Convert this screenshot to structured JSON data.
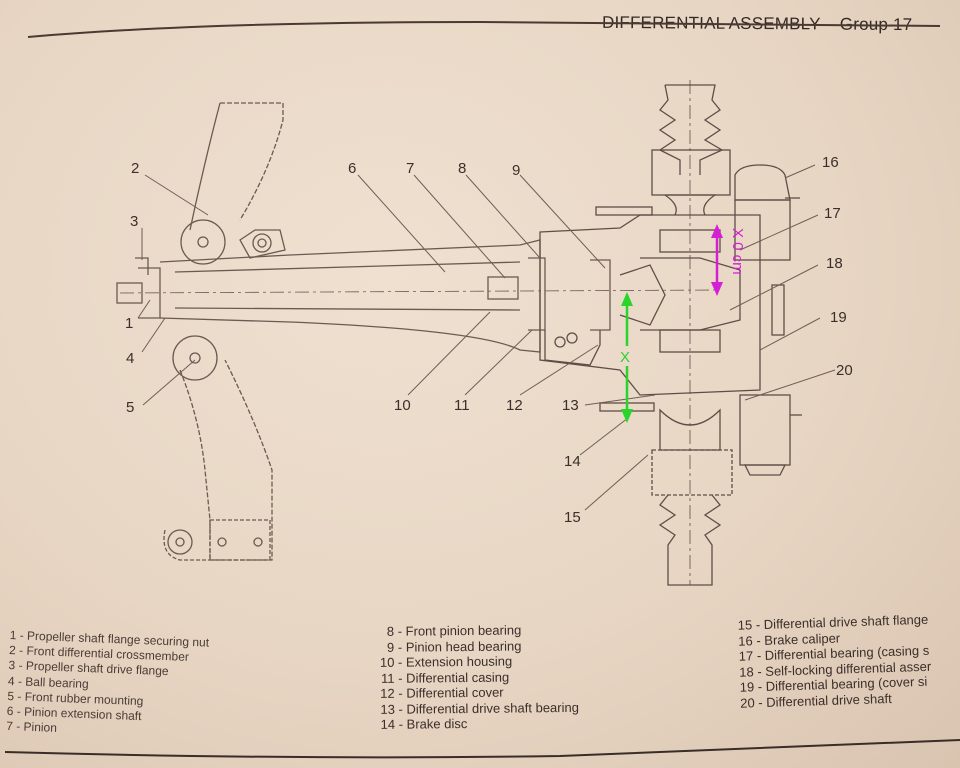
{
  "header": {
    "title": "DIFFERENTIAL ASSEMBLY – Group 17"
  },
  "callouts": [
    {
      "number": "1"
    },
    {
      "number": "2"
    },
    {
      "number": "3"
    },
    {
      "number": "4"
    },
    {
      "number": "5"
    },
    {
      "number": "6"
    },
    {
      "number": "7"
    },
    {
      "number": "8"
    },
    {
      "number": "9"
    },
    {
      "number": "10"
    },
    {
      "number": "11"
    },
    {
      "number": "12"
    },
    {
      "number": "13"
    },
    {
      "number": "14"
    },
    {
      "number": "15"
    },
    {
      "number": "16"
    },
    {
      "number": "17"
    },
    {
      "number": "18"
    },
    {
      "number": "19"
    },
    {
      "number": "20"
    }
  ],
  "annotations": {
    "magenta_label": "X 0 cm",
    "magenta_color": "#d41fd4",
    "green_label": "X",
    "green_color": "#2bd42b"
  },
  "legend": {
    "column_1": [
      {
        "num": "1",
        "text": "Propeller shaft flange securing nut"
      },
      {
        "num": "2",
        "text": "Front differential crossmember"
      },
      {
        "num": "3",
        "text": "Propeller shaft drive flange"
      },
      {
        "num": "4",
        "text": "Ball bearing"
      },
      {
        "num": "5",
        "text": "Front rubber mounting"
      },
      {
        "num": "6",
        "text": "Pinion extension shaft"
      },
      {
        "num": "7",
        "text": "Pinion"
      }
    ],
    "column_2": [
      {
        "num": "8",
        "text": "Front pinion bearing"
      },
      {
        "num": "9",
        "text": "Pinion head bearing"
      },
      {
        "num": "10",
        "text": "Extension housing"
      },
      {
        "num": "11",
        "text": "Differential casing"
      },
      {
        "num": "12",
        "text": "Differential cover"
      },
      {
        "num": "13",
        "text": "Differential drive shaft bearing"
      },
      {
        "num": "14",
        "text": "Brake disc"
      }
    ],
    "column_3": [
      {
        "num": "15",
        "text": "Differential drive shaft flange"
      },
      {
        "num": "16",
        "text": "Brake caliper"
      },
      {
        "num": "17",
        "text": "Differential bearing (casing s"
      },
      {
        "num": "18",
        "text": "Self-locking differential asser"
      },
      {
        "num": "19",
        "text": "Differential bearing (cover si"
      },
      {
        "num": "20",
        "text": "Differential drive shaft"
      }
    ]
  }
}
